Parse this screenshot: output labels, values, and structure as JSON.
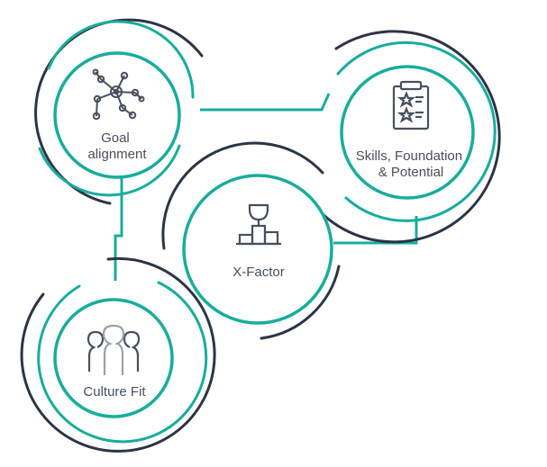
{
  "colors": {
    "teal": "#18ad9c",
    "navy": "#2c3445",
    "icon": "#47505d",
    "icon_light": "#9aa1aa",
    "background": "#ffffff"
  },
  "nodes": [
    {
      "id": "goal",
      "icon": "network-nodes-icon",
      "label_lines": [
        "Goal",
        "alignment"
      ]
    },
    {
      "id": "skills",
      "icon": "clipboard-stars-icon",
      "label_lines": [
        "Skills, Foundation",
        "& Potential"
      ]
    },
    {
      "id": "xfactor",
      "icon": "trophy-podium-icon",
      "label_lines": [
        "X-Factor"
      ]
    },
    {
      "id": "culture",
      "icon": "people-group-icon",
      "label_lines": [
        "Culture Fit"
      ]
    }
  ]
}
